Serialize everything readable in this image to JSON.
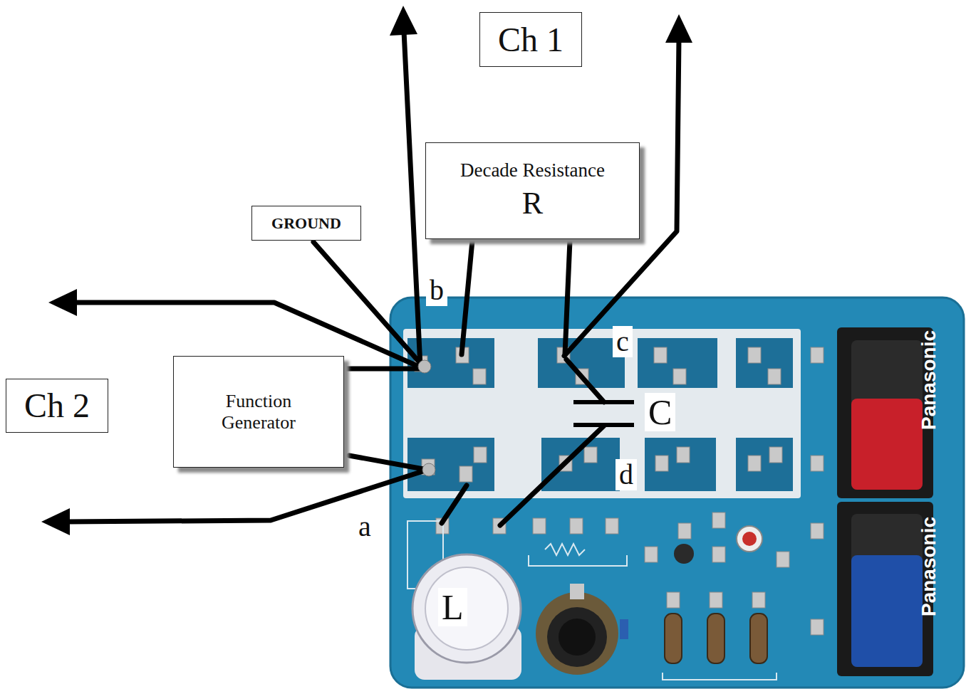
{
  "diagram": {
    "nodes": [
      {
        "text": [
          "Ch 1"
        ]
      },
      {
        "text": [
          "Decade Resistance",
          "R"
        ]
      },
      {
        "text": [
          "GROUND"
        ]
      },
      {
        "text": [
          "Ch 2"
        ]
      },
      {
        "text": [
          "Function Generator"
        ]
      }
    ],
    "labels": [
      "b",
      "c",
      "C",
      "a",
      "d",
      "L",
      "Panasonic",
      "Panasonic"
    ]
  }
}
